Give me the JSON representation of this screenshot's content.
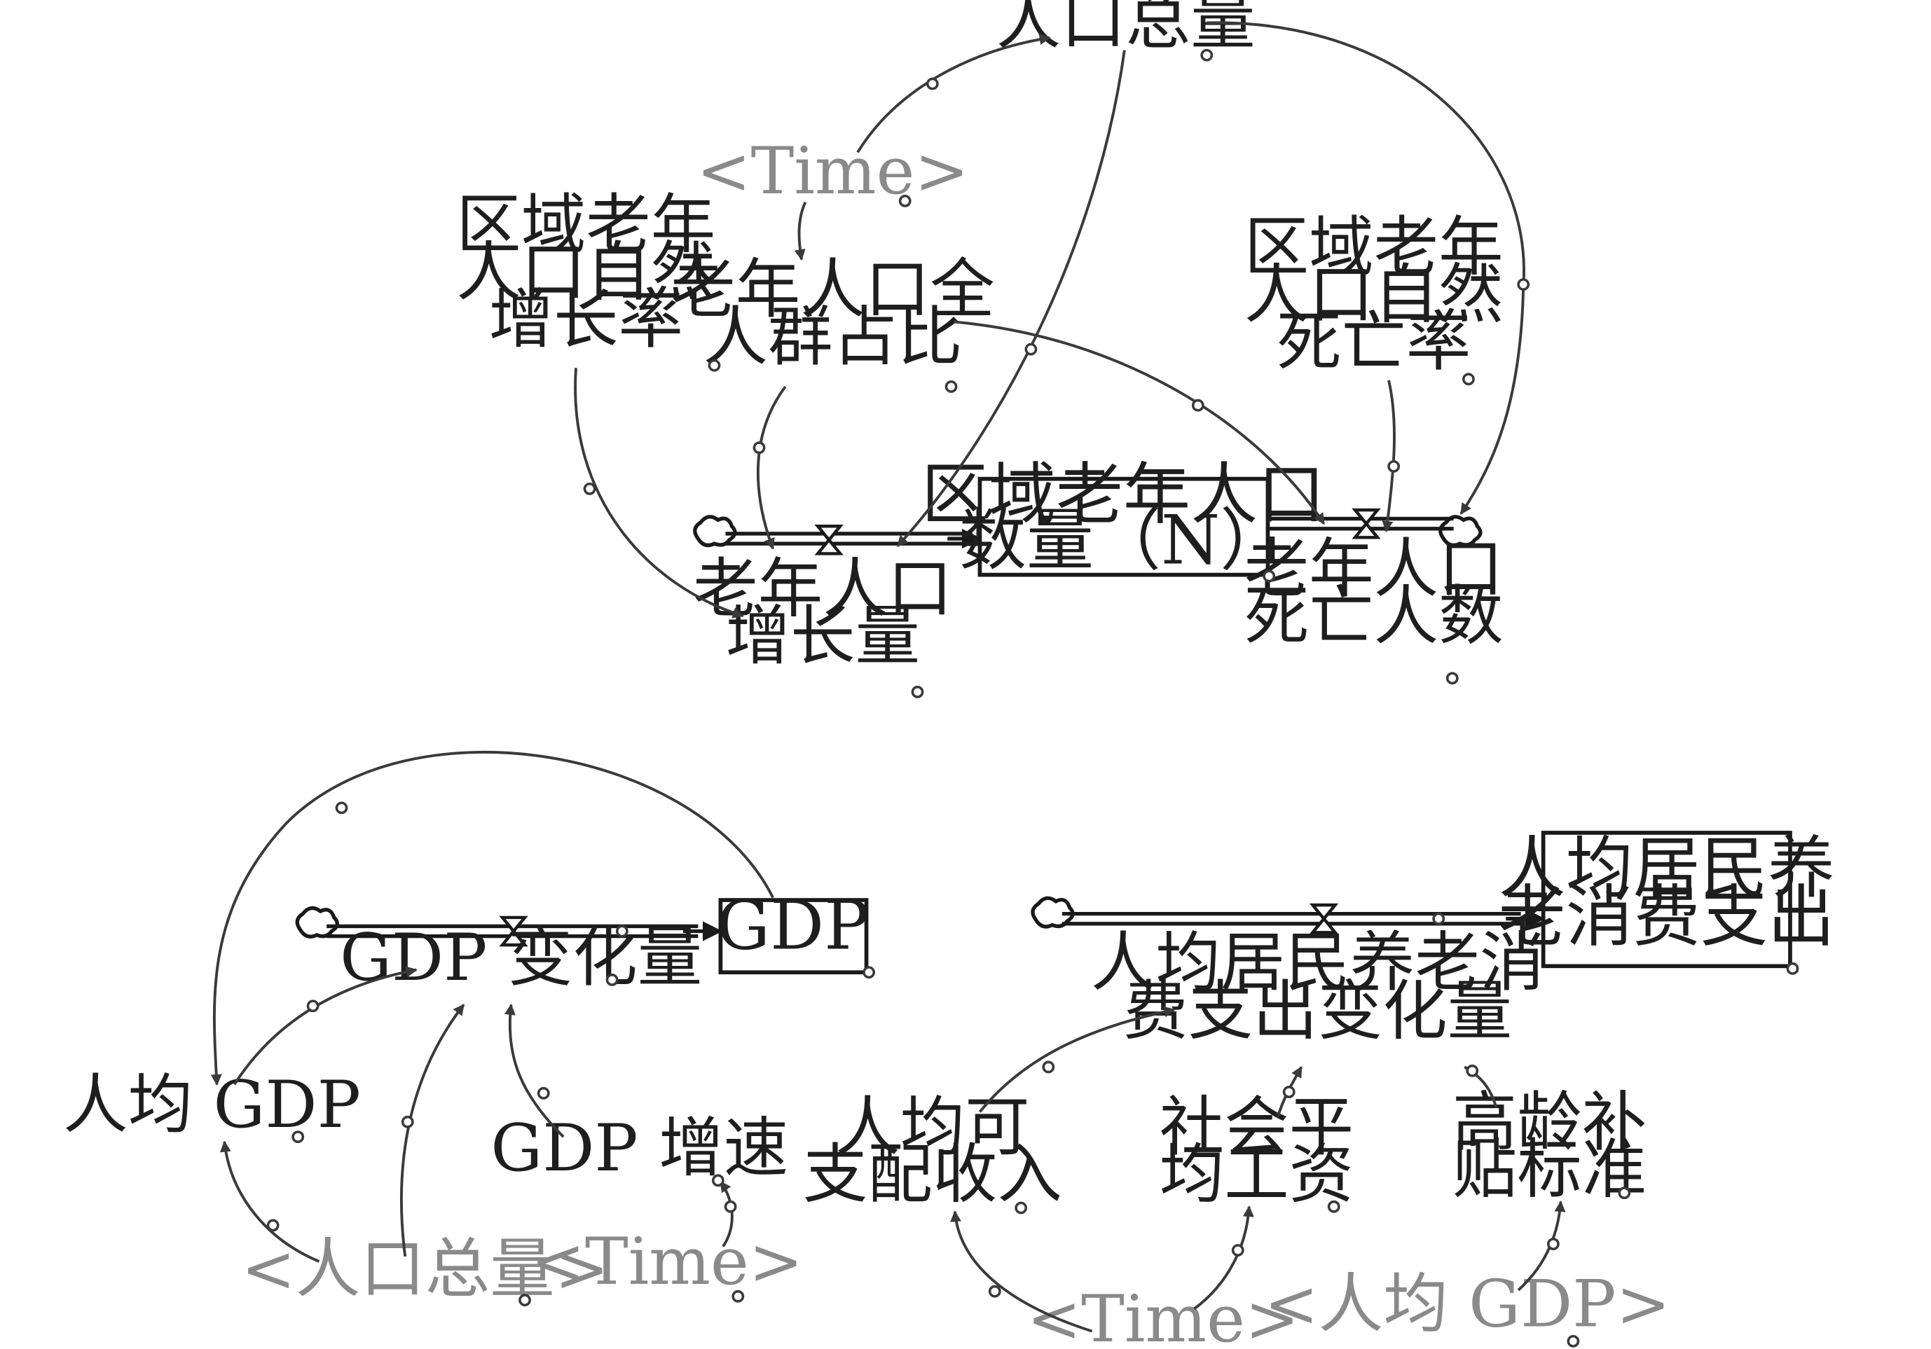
{
  "population_model": {
    "stock": "区域老年人口数量（N）",
    "total_population": "人口总量",
    "time_shadow": "<Time>",
    "natural_growth_rate": [
      "区域老年",
      "人口自然",
      "增长率"
    ],
    "elderly_share": [
      "老年人口全",
      "人群占比"
    ],
    "natural_death_rate": [
      "区域老年",
      "人口自然",
      "死亡率"
    ],
    "inflow": [
      "老年人口",
      "增长量"
    ],
    "outflow": [
      "老年人口",
      "死亡人数"
    ]
  },
  "gdp_model": {
    "stock": "GDP",
    "flow": "GDP 变化量",
    "per_capita": "人均 GDP",
    "growth_rate": "GDP 增速",
    "population_shadow": "<人口总量>",
    "time_shadow": "<Time>"
  },
  "consumption_model": {
    "stock": [
      "人均居民养",
      "老消费支出"
    ],
    "flow": [
      "人均居民养老消",
      "费支出变化量"
    ],
    "disposable_income": [
      "人均可",
      "支配收入"
    ],
    "average_wage": [
      "社会平",
      "均工资"
    ],
    "elderly_subsidy": [
      "高龄补",
      "贴标准"
    ],
    "time_shadow": "<Time>",
    "gdp_shadow": "<人均 GDP>"
  }
}
